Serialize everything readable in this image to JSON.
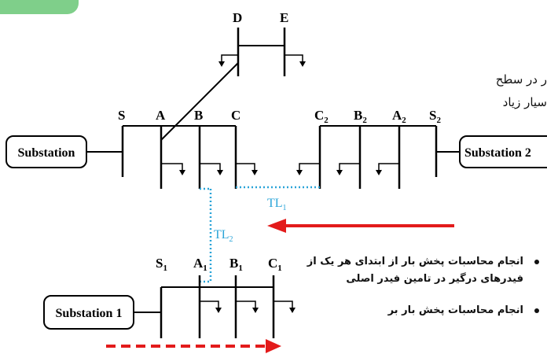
{
  "buses": {
    "top": {
      "d": "D",
      "e": "E"
    },
    "main": {
      "s": "S",
      "a": "A",
      "b": "B",
      "c": "C"
    },
    "right": {
      "c2": "C",
      "c2_sub": "2",
      "b2": "B",
      "b2_sub": "2",
      "a2": "A",
      "a2_sub": "2",
      "s2": "S",
      "s2_sub": "2"
    },
    "lower": {
      "s1": "S",
      "s1_sub": "1",
      "a1": "A",
      "a1_sub": "1",
      "b1": "B",
      "b1_sub": "1",
      "c1": "C",
      "c1_sub": "1"
    }
  },
  "substations": {
    "main": "Substation",
    "right": "Substation 2",
    "lower": "Substation 1"
  },
  "tie_lines": {
    "tl1": "TL",
    "tl1_sub": "1",
    "tl2": "TL",
    "tl2_sub": "2"
  },
  "background_text": {
    "line1": "ر در سطح",
    "line2": "سیار زیاد"
  },
  "bullets": [
    {
      "text_line1": "انجام محاسبات پخش بار از ابتدای هر یک از",
      "text_line2": "فیدرهای درگیر در تامین فیدر اصلی"
    },
    {
      "text_line1": "انجام محاسبات پخش بار بر",
      "text_line2": ""
    }
  ],
  "colors": {
    "line": "#000000",
    "tie_line": "#2aa4d8",
    "arrow": "#e31b1b",
    "header_tab": "#7fcf8a"
  }
}
